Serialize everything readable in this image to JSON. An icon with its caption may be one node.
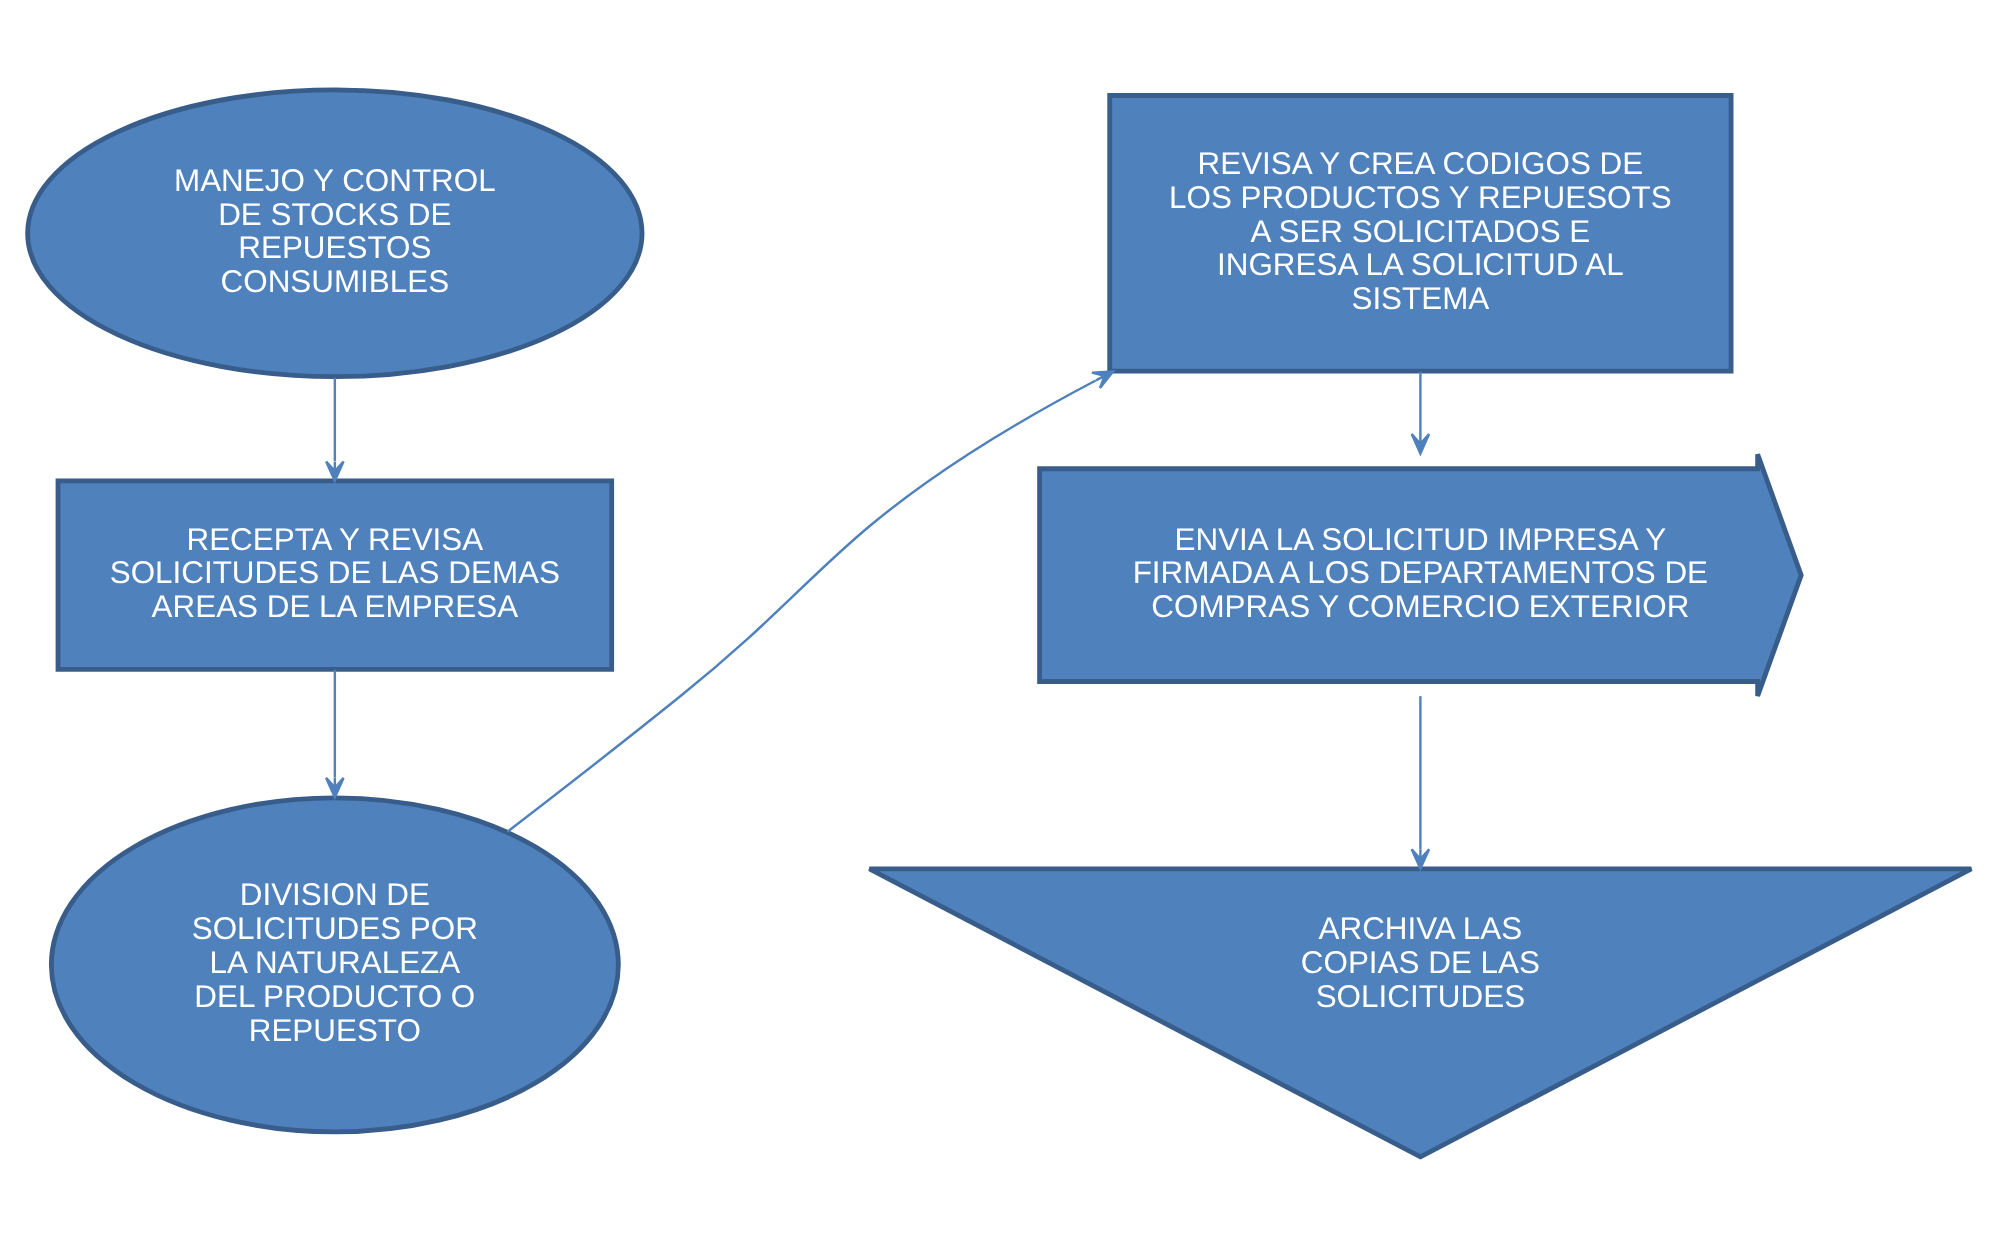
{
  "diagram": {
    "nodes": [
      {
        "text": [
          "MANEJO Y CONTROL DE STOCKS DE REPUESTOS CONSUMIBLES"
        ]
      },
      {
        "text": [
          "RECEPTA Y REVISA SOLICITUDES DE LAS DEMAS AREAS DE LA EMPRESA"
        ]
      },
      {
        "text": [
          "DIVISION DE SOLICITUDES POR LA NATURALEZA DEL PRODUCTO O REPUESTO"
        ]
      },
      {
        "text": [
          "REVISA Y CREA CODIGOS DE LOS PRODUCTOS Y REPUESOTS A SER SOLICITADOS E INGRESA LA SOLICITUD AL SISTEMA"
        ]
      },
      {
        "text": [
          "ENVIA LA SOLICITUD IMPRESA Y FIRMADA A LOS DEPARTAMENTOS DE COMPRAS Y COMERCIO EXTERIOR"
        ]
      },
      {
        "text": [
          "ARCHIVA LAS COPIAS DE LAS SOLICITUDES"
        ]
      }
    ],
    "edges": [
      {
        "from": 0,
        "to": 1,
        "arrow": "to"
      },
      {
        "from": 1,
        "to": 2,
        "arrow": "to"
      },
      {
        "from": 2,
        "to": 3,
        "arrow": "to"
      },
      {
        "from": 3,
        "to": 4,
        "arrow": "to"
      },
      {
        "from": 4,
        "to": 5,
        "arrow": "to"
      }
    ]
  }
}
